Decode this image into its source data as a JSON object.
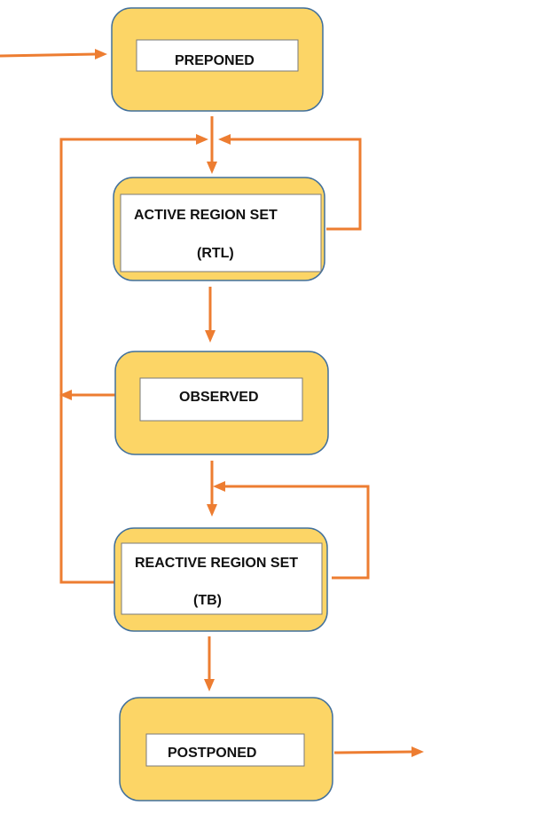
{
  "nodes": {
    "preponed": {
      "label": "PREPONED"
    },
    "active": {
      "line1": "ACTIVE REGION SET",
      "line2": "(RTL)"
    },
    "observed": {
      "label": "OBSERVED"
    },
    "reactive": {
      "line1": "REACTIVE REGION SET",
      "line2": "(TB)"
    },
    "postponed": {
      "label": "POSTPONED"
    }
  },
  "colors": {
    "node_fill": "#fcd566",
    "node_border": "#41709c",
    "connector": "#ed7d31"
  }
}
